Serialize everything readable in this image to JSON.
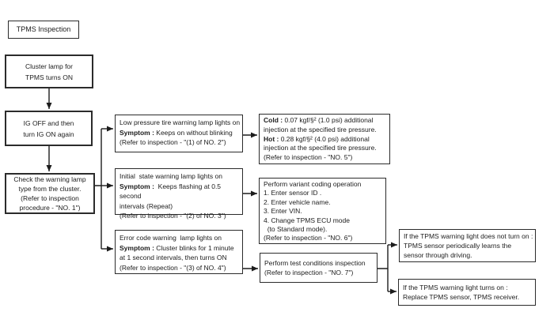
{
  "title": "TPMS Inspection",
  "colors": {
    "background": "#ffffff",
    "border": "#2b2b2b",
    "text": "#1c1c1c",
    "connector": "#1c1c1c"
  },
  "flow": {
    "cluster_lamp": {
      "lines": [
        "Cluster lamp for",
        "TPMS turns ON"
      ]
    },
    "ig_off": {
      "lines": [
        "IG OFF and then",
        "turn IG ON again"
      ]
    },
    "check_lamp": {
      "lines": [
        "Check the warning lamp",
        "type from the cluster.",
        "(Refer to inspection",
        "procedure - \"NO. 1\")"
      ]
    },
    "low_pressure": {
      "lines": [
        {
          "t": "Low pressure tire warning lamp lights on"
        },
        {
          "b": "Symptom :",
          "t": " Keeps on without blinking"
        },
        {
          "t": "(Refer to inspection - \"(1) of NO. 2\")"
        }
      ]
    },
    "initial_state": {
      "lines": [
        {
          "t": "Initial  state warning lamp lights on"
        },
        {
          "b": "Symptom :",
          "t": "  Keeps flashing at 0.5 second"
        },
        {
          "t": "intervals (Repeat)"
        },
        {
          "t": "(Refer to inspection - \"(2) of NO. 3\")"
        }
      ]
    },
    "error_code": {
      "lines": [
        {
          "t": "Error code warning  lamp lights on"
        },
        {
          "b": "Symptom :",
          "t": " Cluster blinks for 1 minute"
        },
        {
          "t": "at 1 second intervals, then turns ON"
        },
        {
          "t": "(Refer to inspection - \"(3) of NO. 4\")"
        }
      ]
    },
    "pressure_spec": {
      "lines": [
        {
          "b": "Cold :",
          "t": " 0.07 kgf/§² (1.0 psi) additional"
        },
        {
          "t": "injection at the specified tire pressure."
        },
        {
          "b": "Hot :",
          "t": " 0.28 kgf/§² (4.0 psi) additional"
        },
        {
          "t": "injection at the specified tire pressure."
        },
        {
          "t": "(Refer to inspection - \"NO. 5\")"
        }
      ]
    },
    "variant_coding": {
      "lines": [
        {
          "t": "Perform variant coding operation"
        },
        {
          "t": "1. Enter sensor ID ."
        },
        {
          "t": "2. Enter vehicle name."
        },
        {
          "t": "3. Enter VIN."
        },
        {
          "t": "4. Change TPMS ECU mode"
        },
        {
          "t": "  (to Standard mode)."
        },
        {
          "t": "(Refer to inspection - \"NO. 6\")"
        }
      ]
    },
    "test_conditions": {
      "lines": [
        {
          "t": "Perform test conditions inspection"
        },
        {
          "t": "(Refer to inspection - \"NO. 7\")"
        }
      ]
    },
    "light_not_on": {
      "lines": [
        {
          "t": "If the TPMS warning light does not turn on :"
        },
        {
          "t": "TPMS sensor periodically learns the"
        },
        {
          "t": "sensor through driving."
        }
      ]
    },
    "light_on": {
      "lines": [
        {
          "t": "If the TPMS warning light turns on :"
        },
        {
          "t": "Replace TPMS sensor, TPMS receiver."
        }
      ]
    }
  }
}
